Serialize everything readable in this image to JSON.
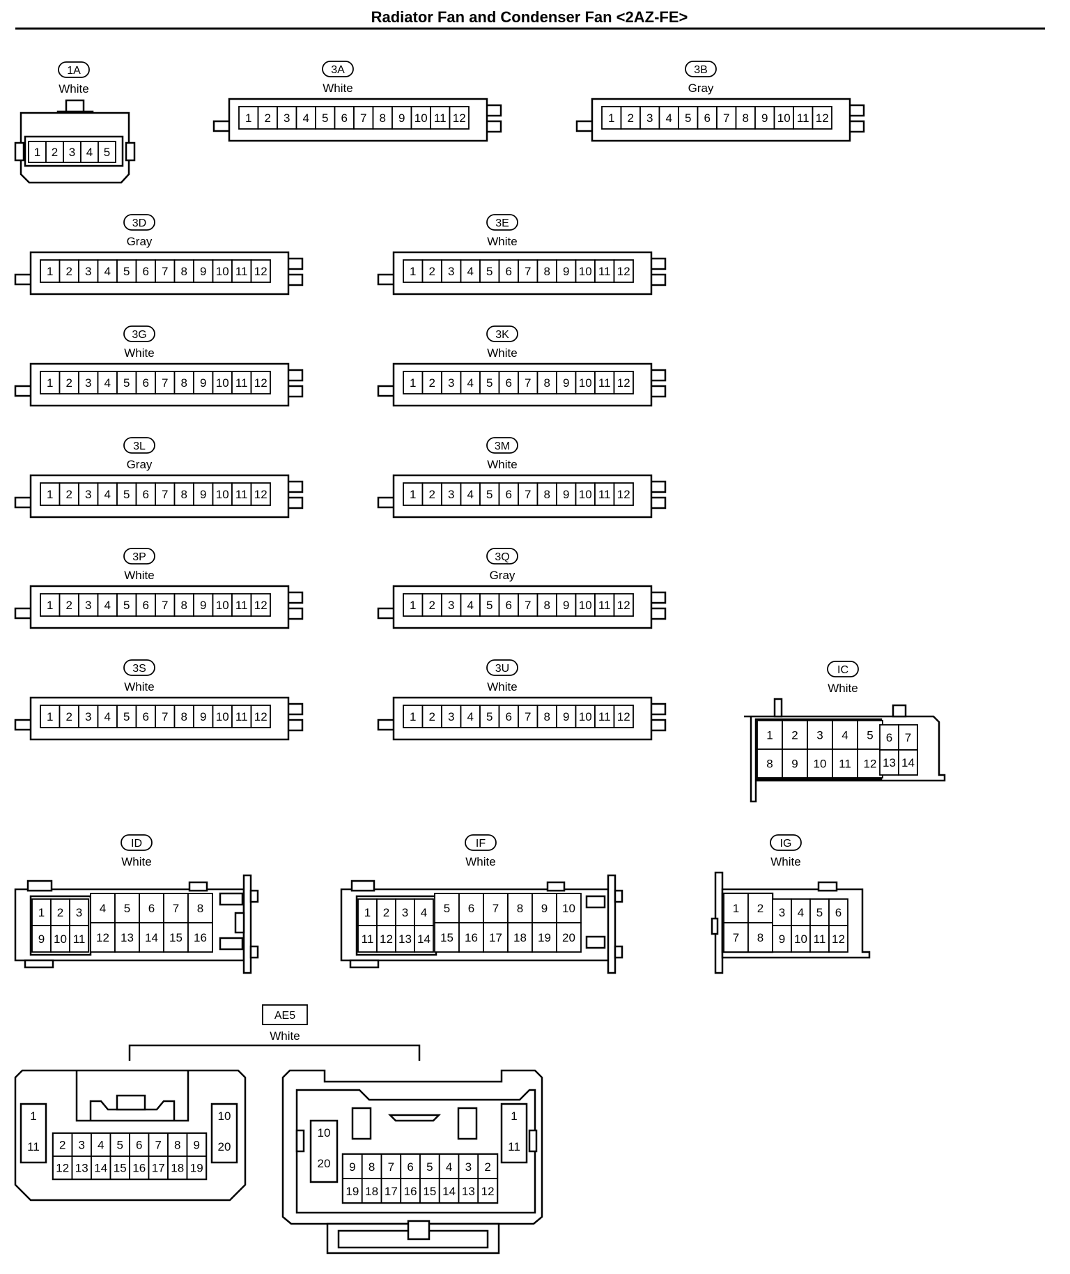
{
  "title": "Radiator Fan and Condenser Fan <2AZ-FE>",
  "connectors": [
    {
      "id": "1A",
      "color": "White",
      "rows": [
        [
          "1",
          "2",
          "3",
          "4",
          "5"
        ]
      ]
    },
    {
      "id": "3A",
      "color": "White",
      "rows": [
        [
          "1",
          "2",
          "3",
          "4",
          "5",
          "6",
          "7",
          "8",
          "9",
          "10",
          "11",
          "12"
        ]
      ]
    },
    {
      "id": "3B",
      "color": "Gray",
      "rows": [
        [
          "1",
          "2",
          "3",
          "4",
          "5",
          "6",
          "7",
          "8",
          "9",
          "10",
          "11",
          "12"
        ]
      ]
    },
    {
      "id": "3D",
      "color": "Gray",
      "rows": [
        [
          "1",
          "2",
          "3",
          "4",
          "5",
          "6",
          "7",
          "8",
          "9",
          "10",
          "11",
          "12"
        ]
      ]
    },
    {
      "id": "3E",
      "color": "White",
      "rows": [
        [
          "1",
          "2",
          "3",
          "4",
          "5",
          "6",
          "7",
          "8",
          "9",
          "10",
          "11",
          "12"
        ]
      ]
    },
    {
      "id": "3G",
      "color": "White",
      "rows": [
        [
          "1",
          "2",
          "3",
          "4",
          "5",
          "6",
          "7",
          "8",
          "9",
          "10",
          "11",
          "12"
        ]
      ]
    },
    {
      "id": "3K",
      "color": "White",
      "rows": [
        [
          "1",
          "2",
          "3",
          "4",
          "5",
          "6",
          "7",
          "8",
          "9",
          "10",
          "11",
          "12"
        ]
      ]
    },
    {
      "id": "3L",
      "color": "Gray",
      "rows": [
        [
          "1",
          "2",
          "3",
          "4",
          "5",
          "6",
          "7",
          "8",
          "9",
          "10",
          "11",
          "12"
        ]
      ]
    },
    {
      "id": "3M",
      "color": "White",
      "rows": [
        [
          "1",
          "2",
          "3",
          "4",
          "5",
          "6",
          "7",
          "8",
          "9",
          "10",
          "11",
          "12"
        ]
      ]
    },
    {
      "id": "3P",
      "color": "White",
      "rows": [
        [
          "1",
          "2",
          "3",
          "4",
          "5",
          "6",
          "7",
          "8",
          "9",
          "10",
          "11",
          "12"
        ]
      ]
    },
    {
      "id": "3Q",
      "color": "Gray",
      "rows": [
        [
          "1",
          "2",
          "3",
          "4",
          "5",
          "6",
          "7",
          "8",
          "9",
          "10",
          "11",
          "12"
        ]
      ]
    },
    {
      "id": "3S",
      "color": "White",
      "rows": [
        [
          "1",
          "2",
          "3",
          "4",
          "5",
          "6",
          "7",
          "8",
          "9",
          "10",
          "11",
          "12"
        ]
      ]
    },
    {
      "id": "3U",
      "color": "White",
      "rows": [
        [
          "1",
          "2",
          "3",
          "4",
          "5",
          "6",
          "7",
          "8",
          "9",
          "10",
          "11",
          "12"
        ]
      ]
    },
    {
      "id": "IC",
      "color": "White",
      "rows": [
        [
          "1",
          "2",
          "3",
          "4",
          "5",
          "6",
          "7"
        ],
        [
          "8",
          "9",
          "10",
          "11",
          "12",
          "13",
          "14"
        ]
      ]
    },
    {
      "id": "ID",
      "color": "White",
      "rows": [
        [
          "1",
          "2",
          "3",
          "4",
          "5",
          "6",
          "7",
          "8"
        ],
        [
          "9",
          "10",
          "11",
          "12",
          "13",
          "14",
          "15",
          "16"
        ]
      ]
    },
    {
      "id": "IF",
      "color": "White",
      "rows": [
        [
          "1",
          "2",
          "3",
          "4",
          "5",
          "6",
          "7",
          "8",
          "9",
          "10"
        ],
        [
          "11",
          "12",
          "13",
          "14",
          "15",
          "16",
          "17",
          "18",
          "19",
          "20"
        ]
      ]
    },
    {
      "id": "IG",
      "color": "White",
      "rows": [
        [
          "1",
          "2",
          "3",
          "4",
          "5",
          "6"
        ],
        [
          "7",
          "8",
          "9",
          "10",
          "11",
          "12"
        ]
      ]
    },
    {
      "id": "AE5",
      "color": "White",
      "rows": [
        [
          "1",
          "2",
          "3",
          "4",
          "5",
          "6",
          "7",
          "8",
          "9",
          "10"
        ],
        [
          "11",
          "12",
          "13",
          "14",
          "15",
          "16",
          "17",
          "18",
          "19",
          "20"
        ]
      ]
    }
  ]
}
